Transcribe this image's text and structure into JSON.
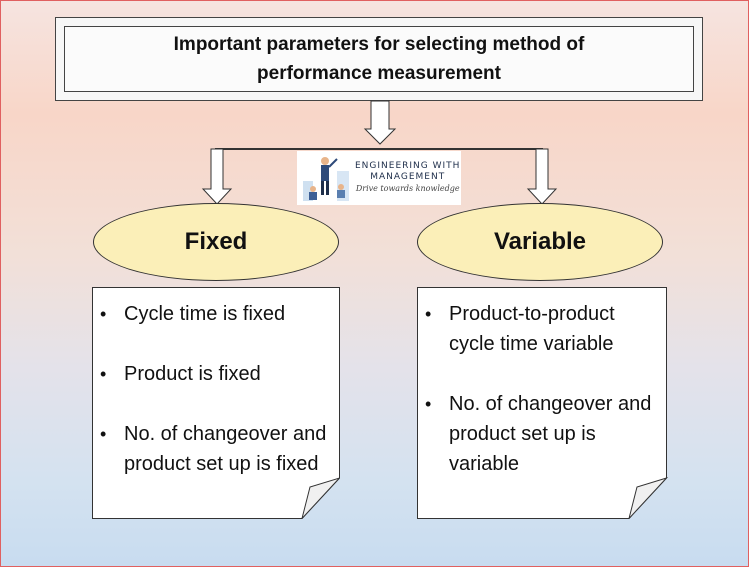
{
  "title": "Important parameters for selecting method of performance measurement",
  "logo": {
    "line1": "ENGINEERING WITH",
    "line2": "MANAGEMENT",
    "tagline": "Drive towards knowledge"
  },
  "categories": [
    {
      "label": "Fixed",
      "points": [
        "Cycle time is fixed",
        "Product is fixed",
        "No. of changeover and product set up is fixed"
      ]
    },
    {
      "label": "Variable",
      "points": [
        "Product-to-product cycle time variable",
        "No. of changeover and product set up is variable"
      ]
    }
  ],
  "colors": {
    "ellipse_fill": "#fbefb8",
    "card_fill": "#ffffff",
    "border": "#333333"
  }
}
